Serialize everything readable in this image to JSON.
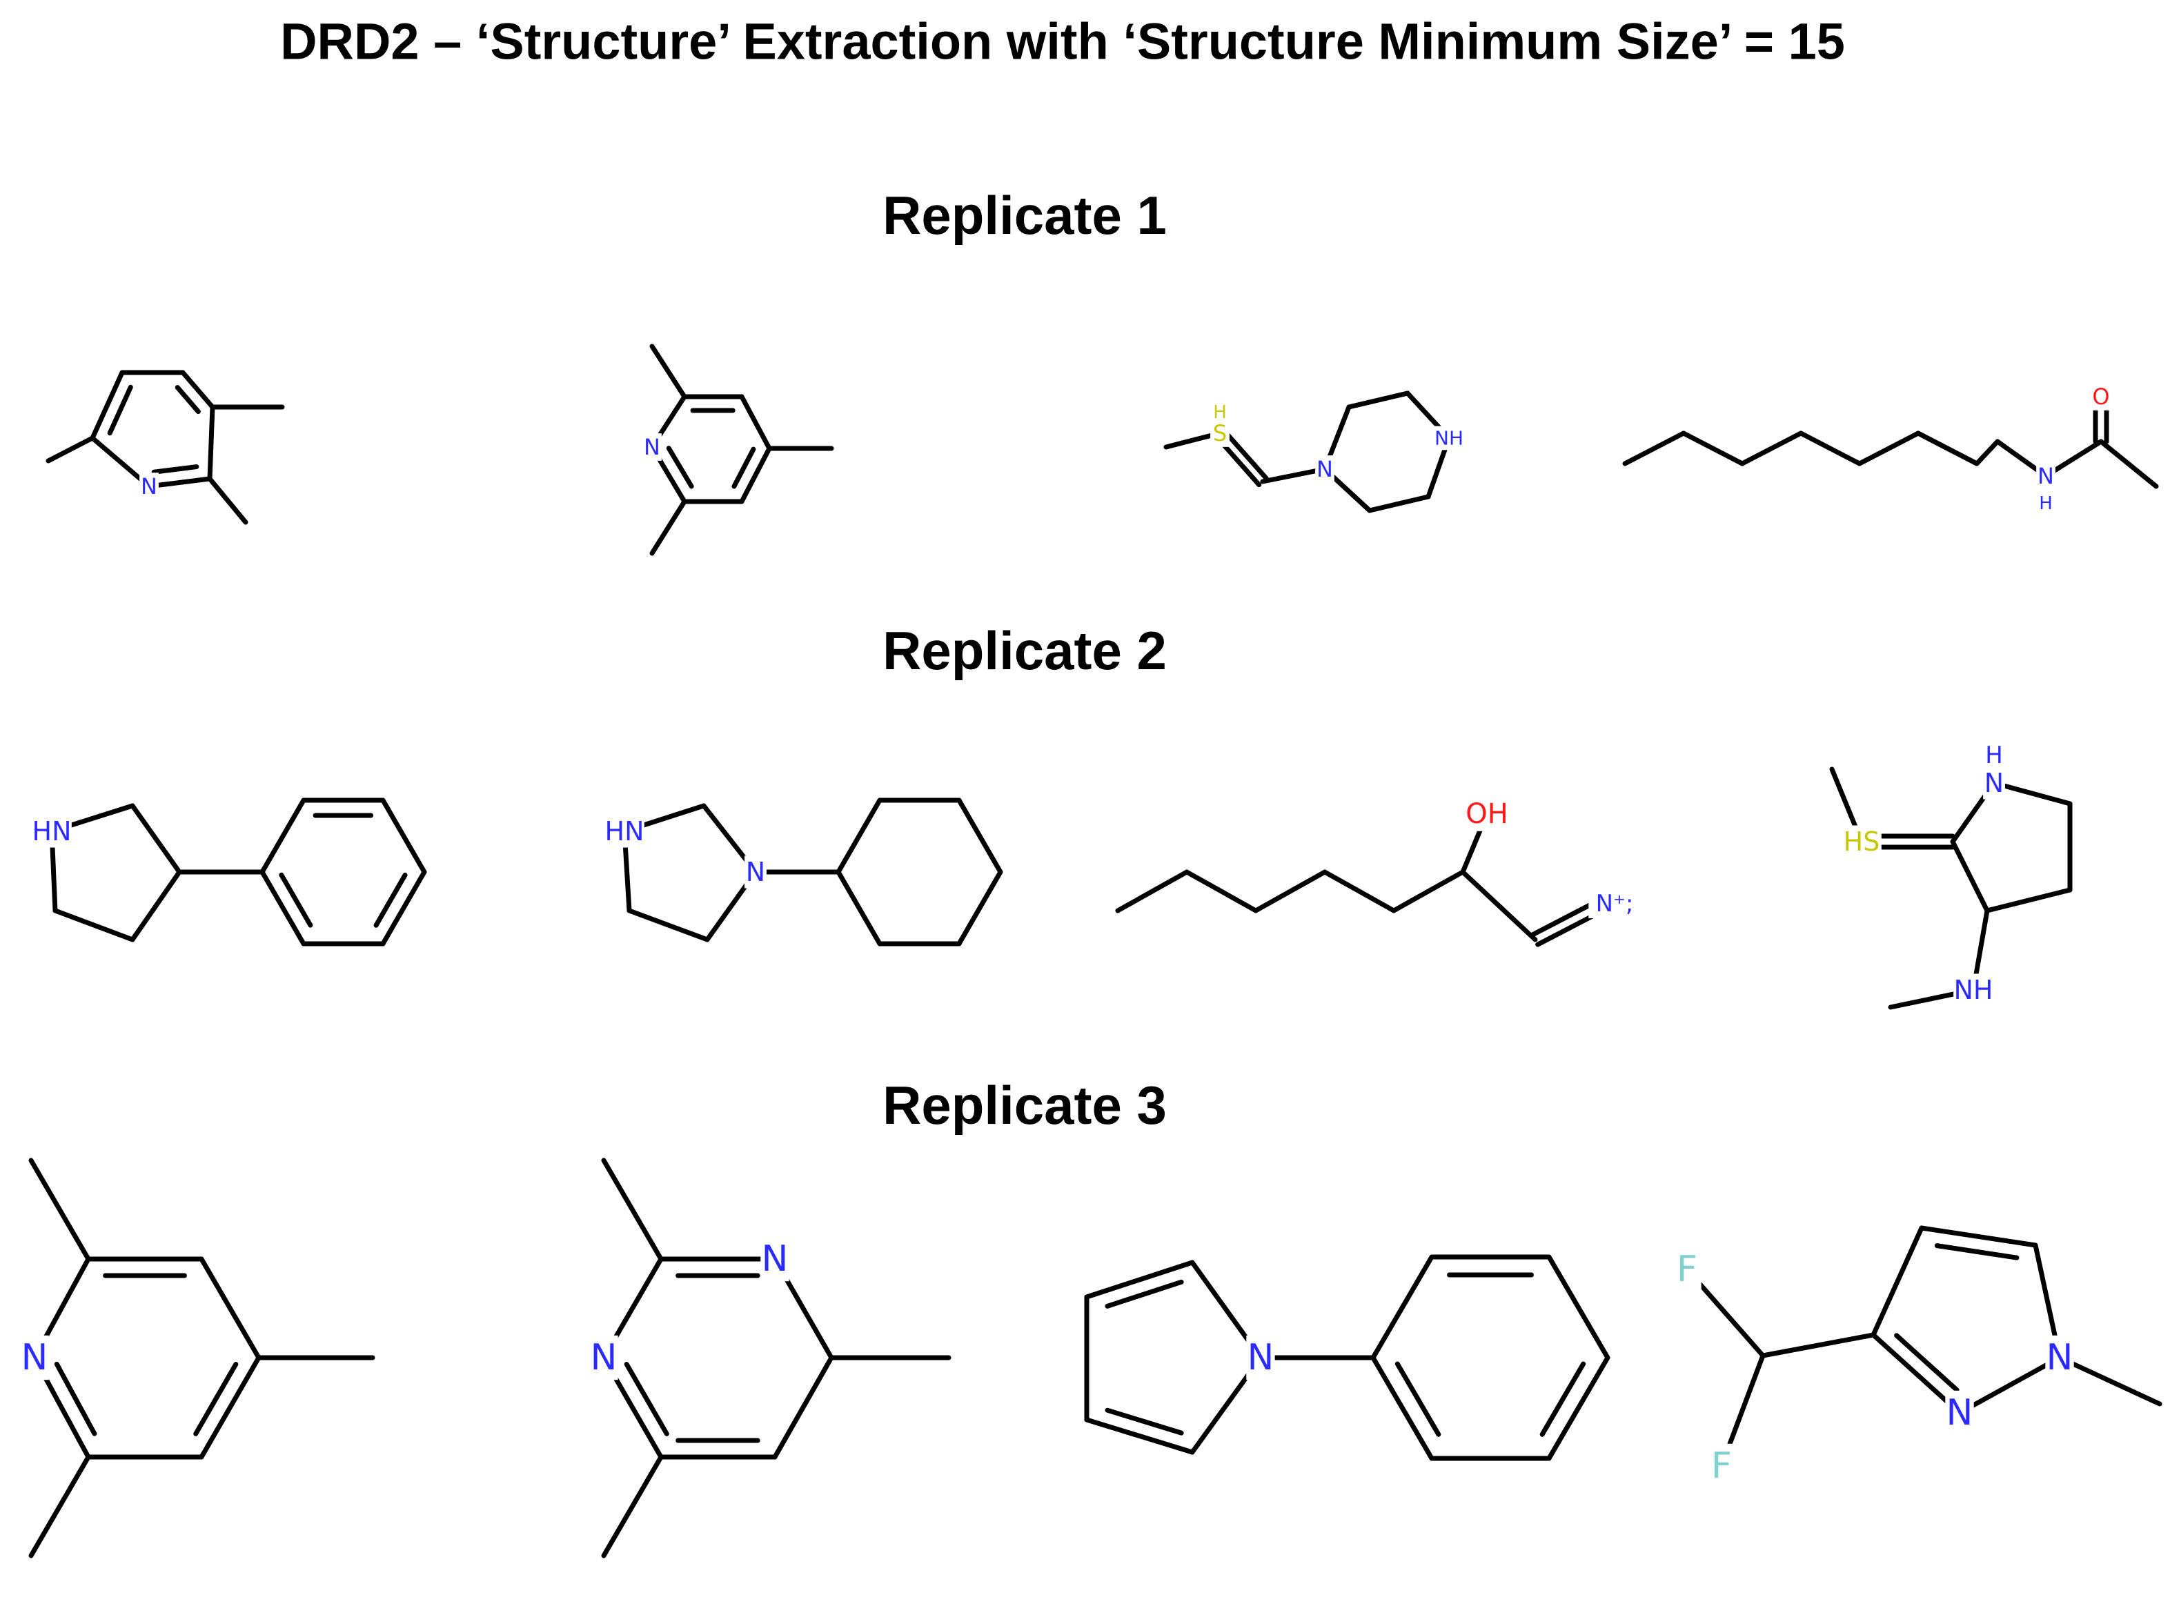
{
  "title": "DRD2 – ‘Structure’ Extraction with ‘Structure Minimum Size’ = 15",
  "colors": {
    "bond": "#000000",
    "N": "#2b2bff",
    "O": "#ff1a1a",
    "S": "#c8c800",
    "F": "#7fd0d0"
  },
  "replicates": [
    {
      "label": "Replicate 1",
      "molecules": [
        {
          "name": "2,3,6-trimethylpyridine",
          "atoms": [
            "N"
          ]
        },
        {
          "name": "2,4,6-trimethylpyridine",
          "atoms": [
            "N"
          ]
        },
        {
          "name": "thioformyl-piperazine",
          "atoms": [
            "H",
            "S",
            "N",
            "NH"
          ]
        },
        {
          "name": "N-octylacetamide",
          "atoms": [
            "O",
            "N",
            "H"
          ]
        }
      ]
    },
    {
      "label": "Replicate 2",
      "molecules": [
        {
          "name": "3-phenylpyrrolidine",
          "atoms": [
            "HN"
          ]
        },
        {
          "name": "1-cyclohexylimidazolidine",
          "atoms": [
            "HN",
            "N"
          ]
        },
        {
          "name": "iminium-hexanol",
          "atoms": [
            "OH",
            "N⁺;"
          ]
        },
        {
          "name": "methylthio-pyrrolidine",
          "atoms": [
            "H",
            "N",
            "HS",
            "NH"
          ]
        }
      ]
    },
    {
      "label": "Replicate 3",
      "molecules": [
        {
          "name": "2,4,6-trimethylpyridine",
          "atoms": [
            "N"
          ]
        },
        {
          "name": "2,4,6-trimethylpyrimidine",
          "atoms": [
            "N",
            "N"
          ]
        },
        {
          "name": "1-phenylpyrrole",
          "atoms": [
            "N"
          ]
        },
        {
          "name": "difluoromethyl-methylpyrazole",
          "atoms": [
            "F",
            "F",
            "N",
            "N"
          ]
        }
      ]
    }
  ]
}
